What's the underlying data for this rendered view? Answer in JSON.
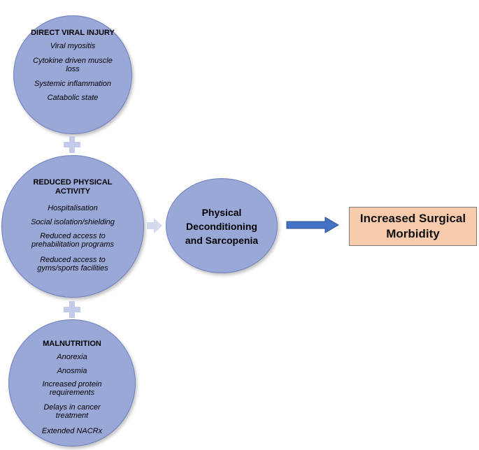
{
  "direct_viral_injury": {
    "title": "DIRECT VIRAL INJURY",
    "items": [
      "Viral myositis",
      "Cytokine driven muscle loss",
      "Systemic inflammation",
      "Catabolic state"
    ]
  },
  "reduced_physical_activity": {
    "title": "REDUCED PHYSICAL ACTIVITY",
    "items": [
      "Hospitalisation",
      "Social isolation/shielding",
      "Reduced access to prehabilitation programs",
      "Reduced access to gyms/sports facilities"
    ]
  },
  "malnutrition": {
    "title": "MALNUTRITION",
    "items": [
      "Anorexia",
      "Anosmia",
      "Increased protein requirements",
      "Delays in cancer treatment",
      "Extended NACRx"
    ]
  },
  "middle": {
    "label": "Physical Deconditioning and Sarcopenia"
  },
  "outcome": {
    "label": "Increased Surgical Morbidity"
  },
  "colors": {
    "circle_fill": "#9aa8d8",
    "circle_border": "#6d7fc0",
    "arrow": "#4472c4",
    "outcome_fill": "#f8cbad",
    "plus": "#c3cbea"
  }
}
